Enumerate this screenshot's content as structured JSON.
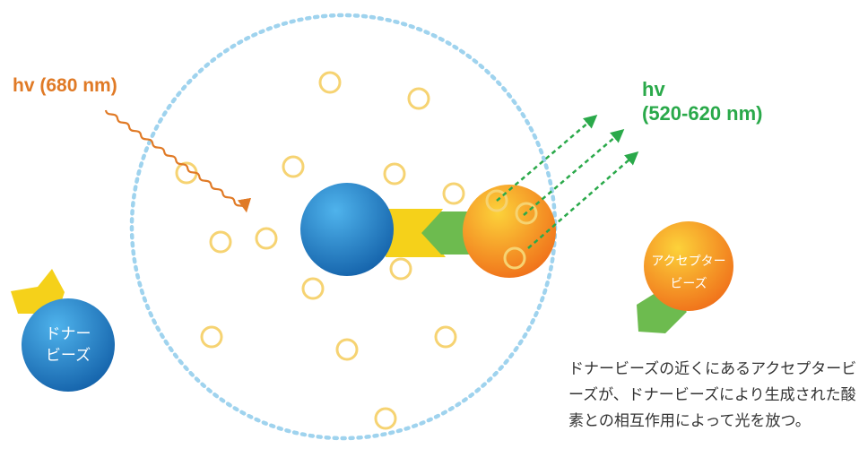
{
  "labels": {
    "excitation": "hv (680 nm)",
    "emission_line1": "hv",
    "emission_line2": "(520-620 nm)"
  },
  "donor_bead": {
    "line1": "ドナー",
    "line2": "ビーズ"
  },
  "acceptor_bead": {
    "line1": "アクセプター",
    "line2": "ビーズ"
  },
  "description": "ドナービーズの近くにあるアクセプタービーズが、ドナービーズにより生成された酸素との相互作用によって光を放つ。",
  "colors": {
    "excitation": "#e07a26",
    "emission": "#2aa94a",
    "proximity_ring": "#9fd3ee",
    "oxygen_ring": "#f6d372",
    "donor_bead": "#1d7ec4",
    "acceptor_bead": "#f58a1c",
    "donor_tag": "#f5d11a",
    "acceptor_tag": "#6dbb4f"
  }
}
